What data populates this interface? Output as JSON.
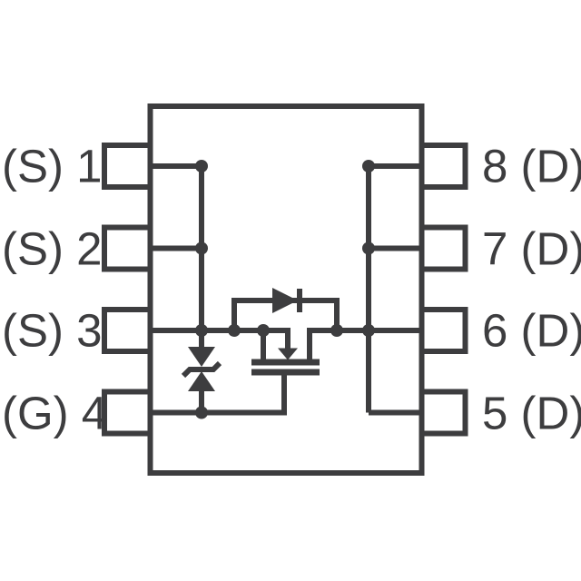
{
  "diagram": {
    "description": "SO-8 MOSFET internal connection schematic",
    "colors": {
      "line": "#3d3d3f",
      "background": "#ffffff"
    },
    "pins": {
      "left": [
        {
          "number": "1",
          "function": "S",
          "label": "(S) 1"
        },
        {
          "number": "2",
          "function": "S",
          "label": "(S) 2"
        },
        {
          "number": "3",
          "function": "S",
          "label": "(S) 3"
        },
        {
          "number": "4",
          "function": "G",
          "label": "(G) 4"
        }
      ],
      "right": [
        {
          "number": "8",
          "function": "D",
          "label": "8 (D)"
        },
        {
          "number": "7",
          "function": "D",
          "label": "7 (D)"
        },
        {
          "number": "6",
          "function": "D",
          "label": "6 (D)"
        },
        {
          "number": "5",
          "function": "D",
          "label": "5 (D)"
        }
      ]
    },
    "symbols": [
      {
        "name": "package-outline"
      },
      {
        "name": "mosfet-symbol"
      },
      {
        "name": "body-diode-symbol"
      },
      {
        "name": "gate-source-zener-symbol"
      }
    ]
  }
}
